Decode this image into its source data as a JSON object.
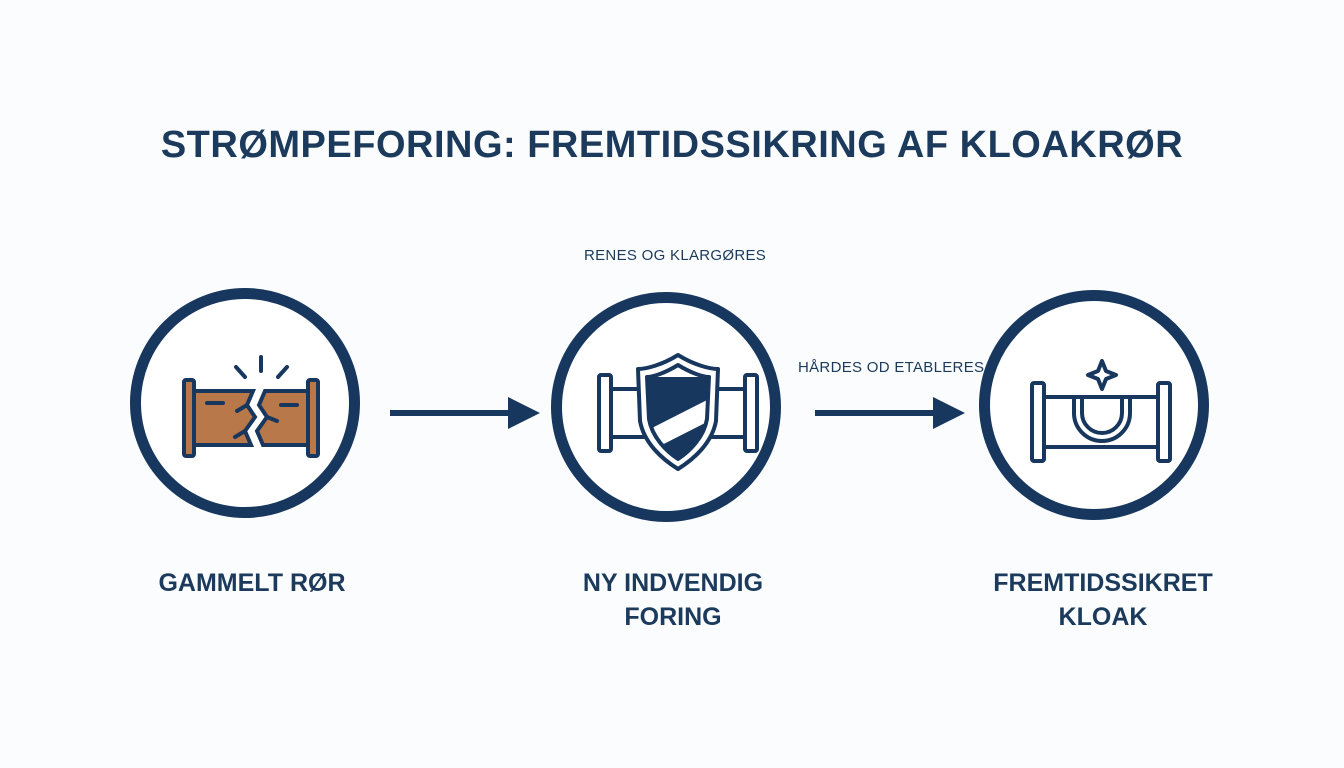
{
  "title": "STRØMPEFORING: FREMTIDSSIKRING AF KLOAKRØR",
  "colors": {
    "navy": "#17375e",
    "pipe_fill": "#b8784a",
    "background": "#fbfcfd"
  },
  "steps": [
    {
      "label": "GAMMELT RØR",
      "icon": "cracked-pipe-icon"
    },
    {
      "label": "NY INDVENDIG\nFORING",
      "icon": "shield-pipe-icon"
    },
    {
      "label": "FREMTIDSSIKRET\nKLOAK",
      "icon": "renewed-pipe-sparkle-icon"
    }
  ],
  "transitions": [
    {
      "label": "RENES OG KLARGØRES"
    },
    {
      "label": "HÅRDES OD ETABLERES"
    }
  ]
}
